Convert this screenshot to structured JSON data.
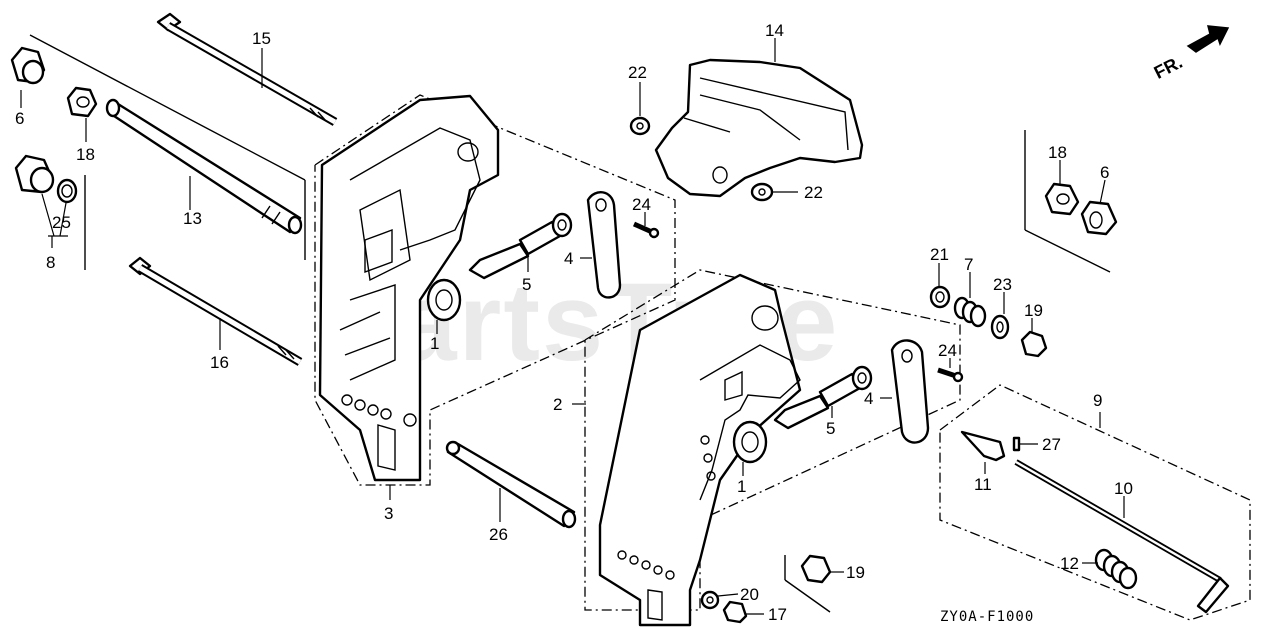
{
  "diagram": {
    "direction_label": "FR.",
    "diagram_code": "ZY0A-F1000",
    "watermark": "PartsTree",
    "callouts": [
      "1",
      "1",
      "2",
      "3",
      "4",
      "4",
      "5",
      "5",
      "6",
      "6",
      "7",
      "8",
      "9",
      "10",
      "11",
      "12",
      "13",
      "14",
      "15",
      "16",
      "17",
      "18",
      "18",
      "19",
      "19",
      "20",
      "21",
      "22",
      "22",
      "23",
      "24",
      "24",
      "25",
      "26",
      "27"
    ]
  }
}
